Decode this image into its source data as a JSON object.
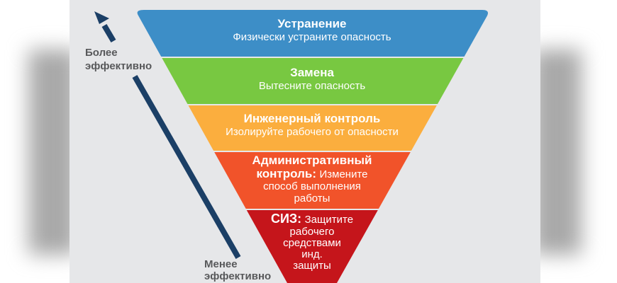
{
  "axis": {
    "top_label_line1": "Более",
    "top_label_line2": "эффективно",
    "bottom_label_line1": "Менее",
    "bottom_label_line2": "эффективно"
  },
  "levels": [
    {
      "title": "Устранение",
      "text": "Физически устраните опасность",
      "color": "#3d8ec7"
    },
    {
      "title": "Замена",
      "text": "Вытесните опасность",
      "color": "#78c841"
    },
    {
      "title": "Инженерный контроль",
      "text": "Изолируйте рабочего от опасности",
      "color": "#fbae3e"
    },
    {
      "title_line1": "Административный",
      "title_line2": "контроль:",
      "text_line1": "Измените",
      "text_line2": "способ выполнения",
      "text_line3": "работы",
      "color": "#f1532a"
    },
    {
      "title": "СИЗ:",
      "text_line1": "Защитите",
      "text_line2": "рабочего",
      "text_line3": "средствами",
      "text_line4": "инд.",
      "text_line5": "защиты",
      "color": "#c5151b"
    }
  ],
  "arrow_color": "#1b3f66"
}
